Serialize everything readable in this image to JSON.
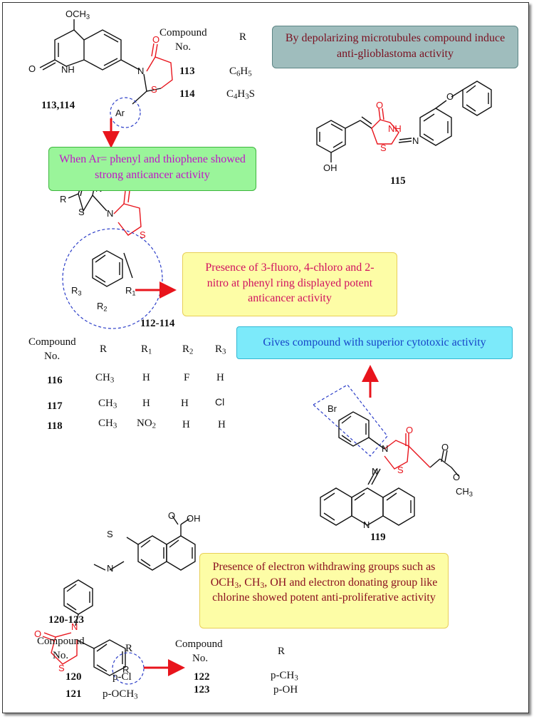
{
  "boxes": {
    "depolarizing": "By depolarizing microtubules compound induce anti-glioblastoma activity",
    "phenyl_thiophene": "When Ar= phenyl and thiophene showed strong anticancer activity",
    "fluoro_chloro_nitro": "Presence of 3-fluoro, 4-chloro and 2-nitro at phenyl ring displayed potent anticancer activity",
    "cytotoxic": "Gives compound with superior cytotoxic activity",
    "electron_groups": "Presence of electron withdrawing groups such as OCH3, CH3, OH and electron donating group like chlorine showed potent anti-proliferative activity"
  },
  "compound_labels": {
    "c113_114": "113,114",
    "c115": "115",
    "c112_114": "112-114",
    "c119": "119",
    "c120_123": "120-123"
  },
  "atom_labels": {
    "och3": "OCH3",
    "o_left": "O",
    "nh": "NH",
    "n1": "N",
    "o1": "O",
    "s1": "S",
    "ar": "Ar",
    "o2": "O",
    "nh2": "NH",
    "n2": "N",
    "s2": "S",
    "oh2": "OH",
    "o_ether": "O",
    "r3": "R",
    "n3a": "N",
    "n3b": "N",
    "s3a": "S",
    "n3": "N",
    "o3": "O",
    "s3": "S",
    "R1": "R1",
    "R2": "R2",
    "R3": "R3",
    "br": "Br",
    "n4": "N",
    "o4": "O",
    "s4": "S",
    "n4b": "N",
    "o4b": "O",
    "o4c": "O",
    "ch3_4": "CH3",
    "n_acr": "N",
    "oh5": "OH",
    "o5": "O",
    "s5a": "S",
    "n5a": "N",
    "o5b": "O",
    "n5": "N",
    "s5": "S",
    "r5": "R"
  },
  "table_113": {
    "header_compound": "Compound",
    "header_no": "No.",
    "header_r": "R",
    "rows": [
      {
        "no": "113",
        "r": "C6H5"
      },
      {
        "no": "114",
        "r": "C4H3S"
      }
    ]
  },
  "table_116": {
    "header_compound": "Compound",
    "header_no": "No.",
    "headers": [
      "R",
      "R1",
      "R2",
      "R3"
    ],
    "rows": [
      {
        "no": "116",
        "cells": [
          "CH3",
          "H",
          "F",
          "H"
        ]
      },
      {
        "no": "117",
        "cells": [
          "CH3",
          "H",
          "H",
          "Cl"
        ]
      },
      {
        "no": "118",
        "cells": [
          "CH3",
          "NO2",
          "H",
          "H"
        ]
      }
    ]
  },
  "table_120": {
    "header_compound": "Compound",
    "header_no": "No.",
    "header_r": "R",
    "rows_left": [
      {
        "no": "120",
        "r": "p-Cl"
      },
      {
        "no": "121",
        "r": "p-OCH3"
      }
    ],
    "rows_right": [
      {
        "no": "122",
        "r": "p-CH3"
      },
      {
        "no": "123",
        "r": "p-OH"
      }
    ]
  },
  "colors": {
    "arrow": "#e8141c",
    "ring_highlight": "#e8141c",
    "dash": "#2c3ec8"
  }
}
